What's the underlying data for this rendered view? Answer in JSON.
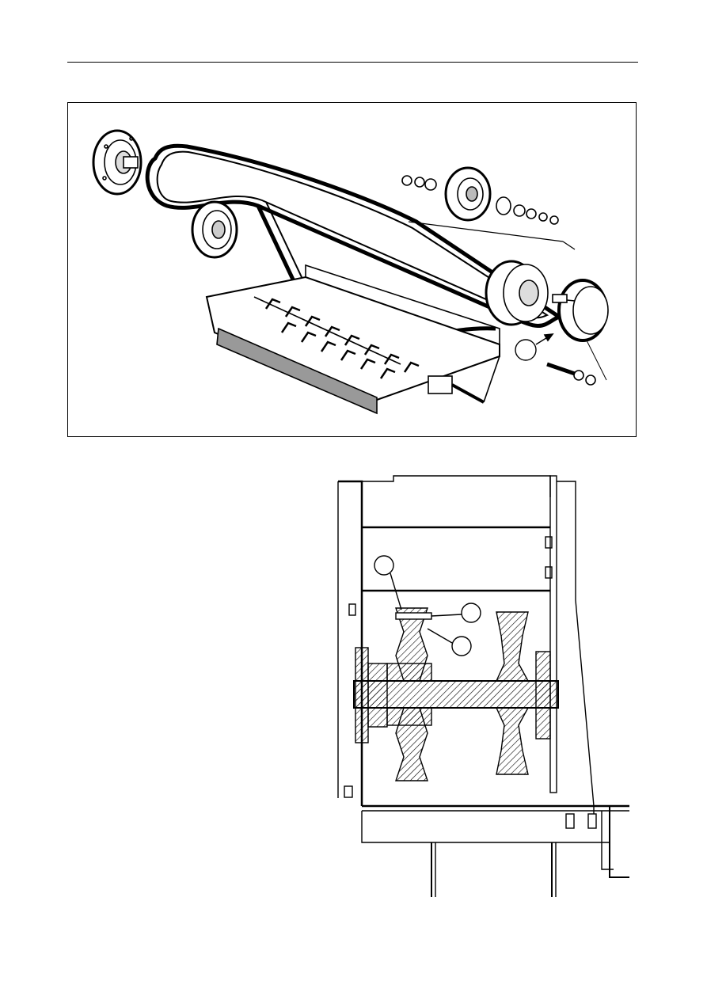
{
  "page": {
    "figures": [
      {
        "kind": "exploded-drawing",
        "parts": [
          "left-flange-pulley",
          "v-belt",
          "small-pulley",
          "upper-pulley-assembly",
          "drive-pulley",
          "flange-hub",
          "hub-bolt-nut",
          "rotor-housing"
        ],
        "callouts": [
          {
            "label": ""
          }
        ]
      },
      {
        "kind": "cross-section-drawing",
        "callouts": [
          {
            "label": ""
          },
          {
            "label": ""
          },
          {
            "label": ""
          }
        ]
      }
    ]
  }
}
